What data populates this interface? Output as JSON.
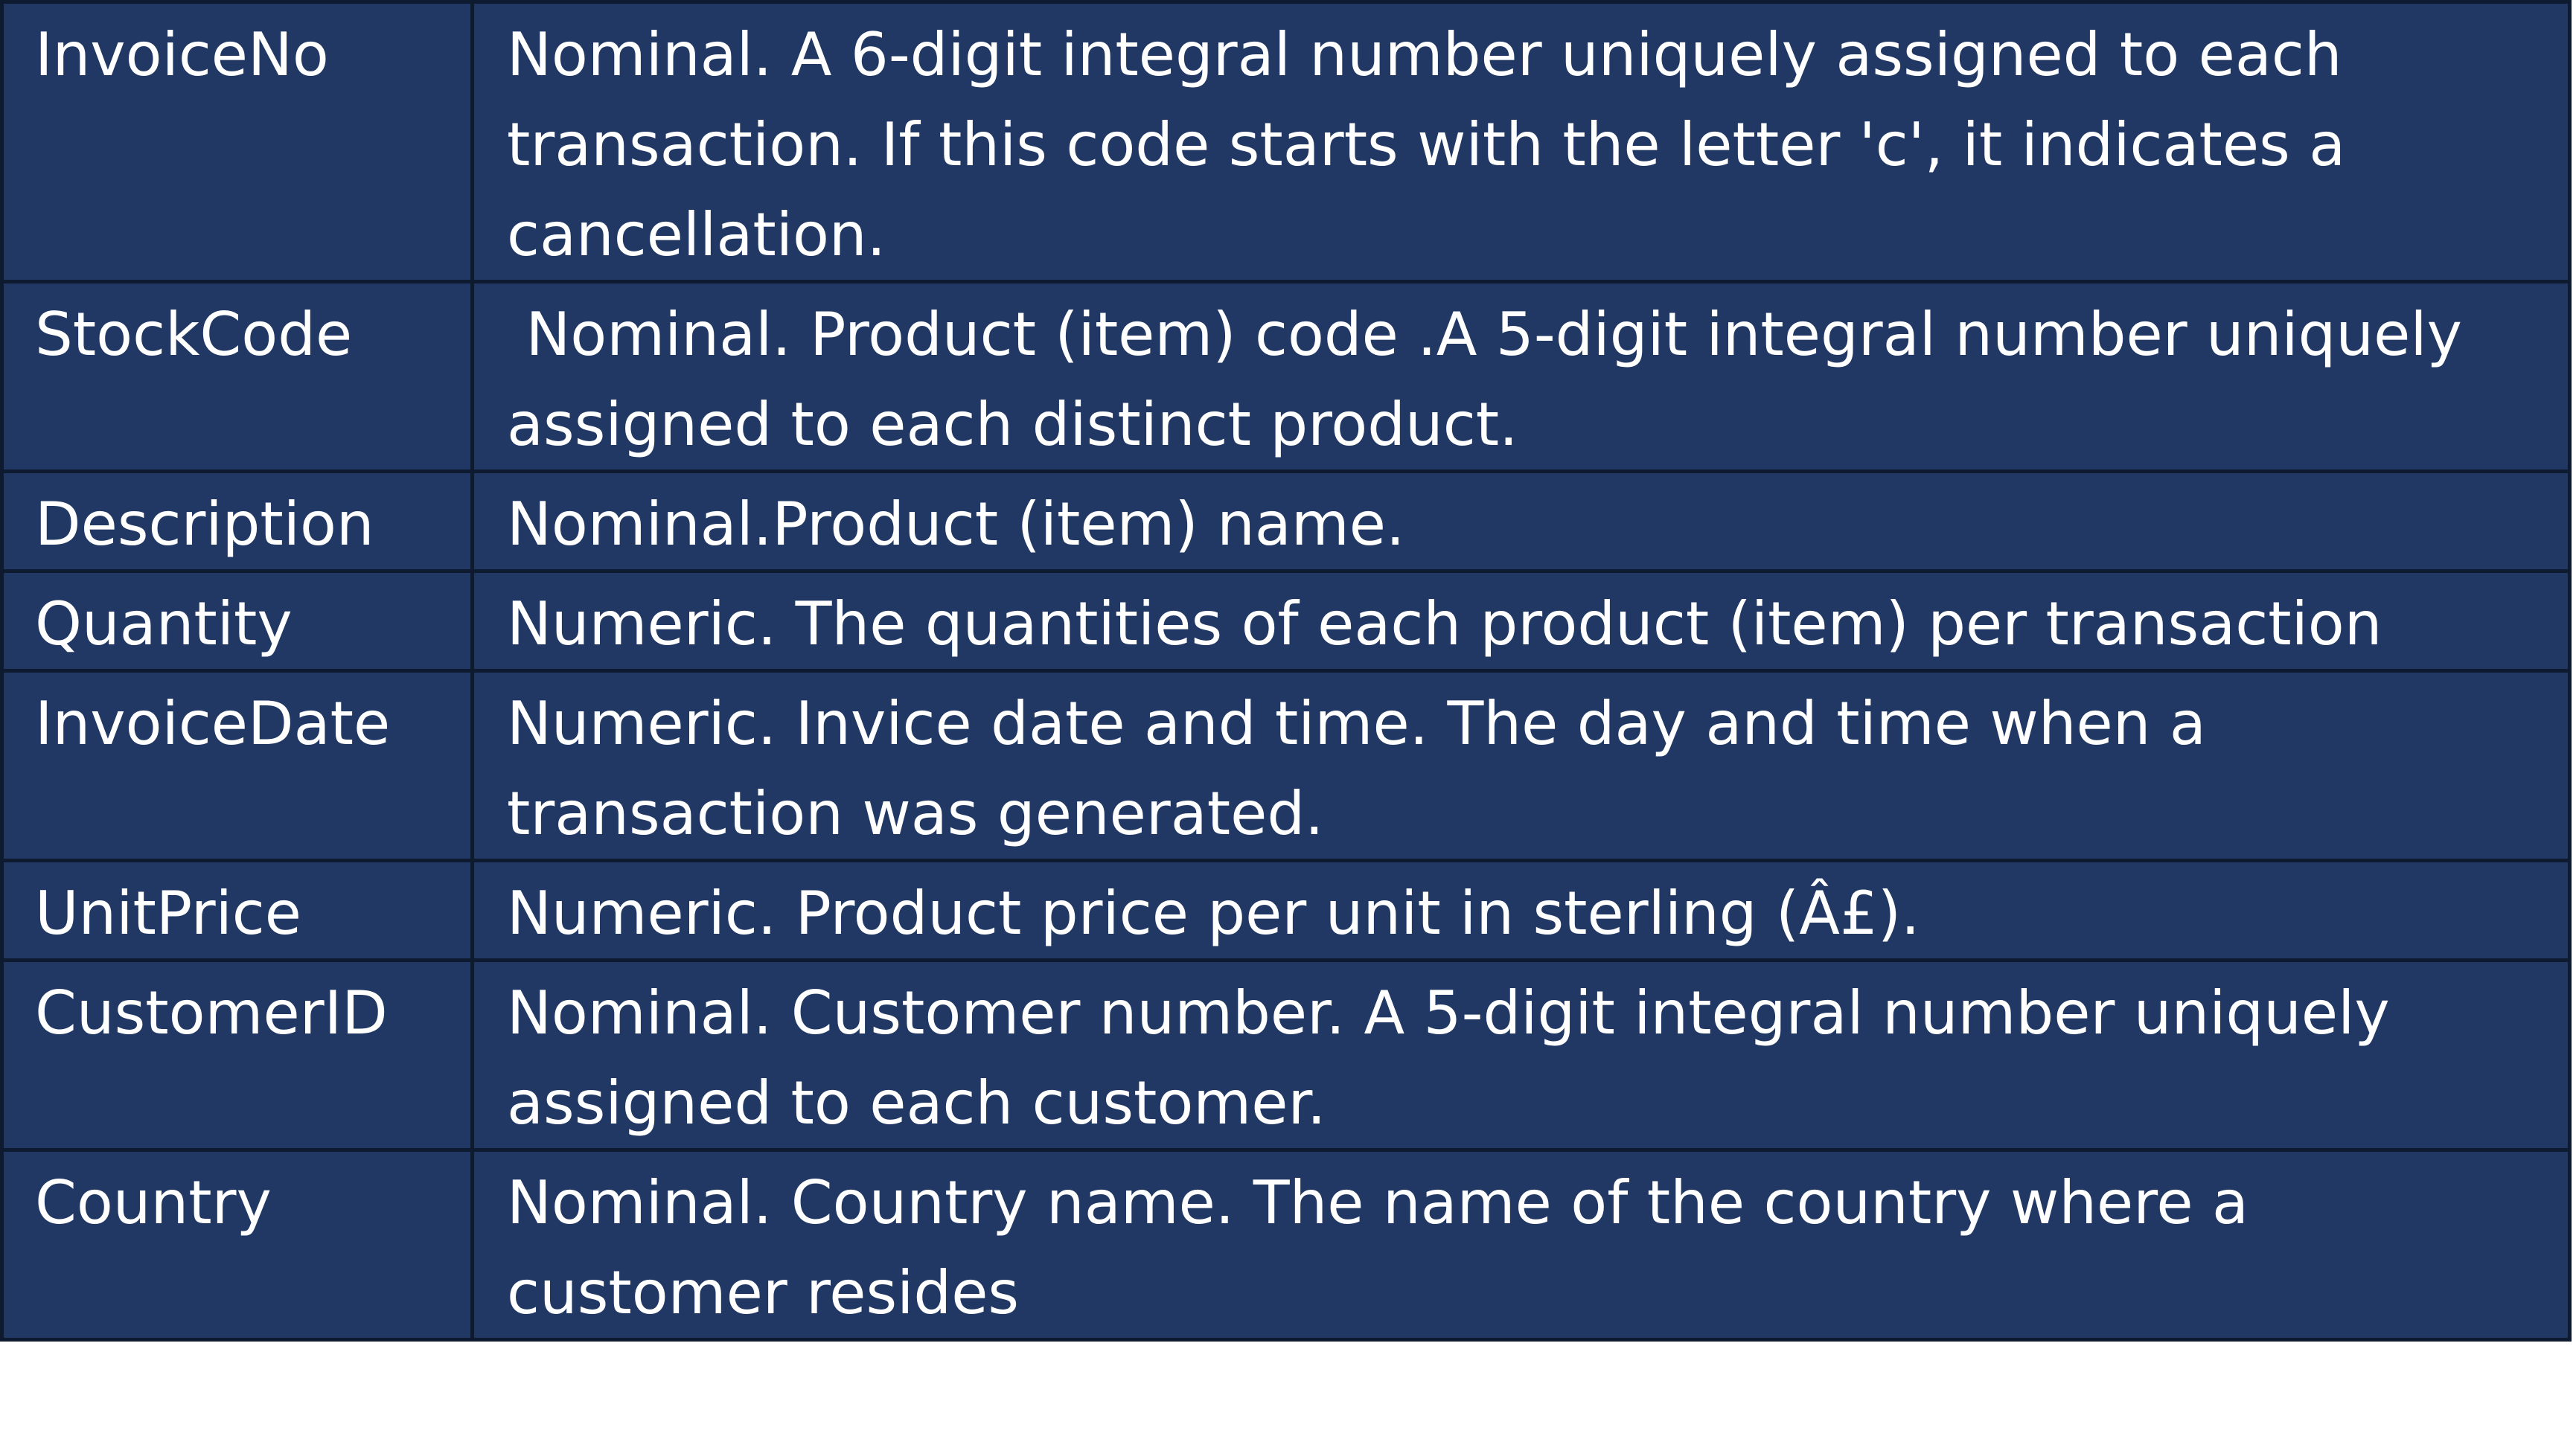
{
  "table": {
    "rows": [
      {
        "name": "InvoiceNo",
        "description": "Nominal. A 6-digit integral number uniquely assigned to each transaction. If this code starts with the letter 'c', it indicates a cancellation."
      },
      {
        "name": "StockCode",
        "description": " Nominal. Product (item) code .A 5-digit integral number uniquely assigned to each distinct product."
      },
      {
        "name": "Description",
        "description": "Nominal.Product (item) name."
      },
      {
        "name": "Quantity",
        "description": "Numeric. The quantities of each product (item) per transaction"
      },
      {
        "name": "InvoiceDate",
        "description": "Numeric. Invice date and time. The day and time when a transaction was generated."
      },
      {
        "name": "UnitPrice",
        "description": "Numeric. Product price per unit in sterling (Â£)."
      },
      {
        "name": "CustomerID",
        "description": "Nominal. Customer number. A 5-digit integral number uniquely assigned to each customer."
      },
      {
        "name": "Country",
        "description": "Nominal. Country name. The name of the country where a customer resides"
      }
    ]
  },
  "colors": {
    "cell_background": "#213864",
    "border": "#0e1a30",
    "text": "#ffffff",
    "page_background": "#ffffff"
  }
}
